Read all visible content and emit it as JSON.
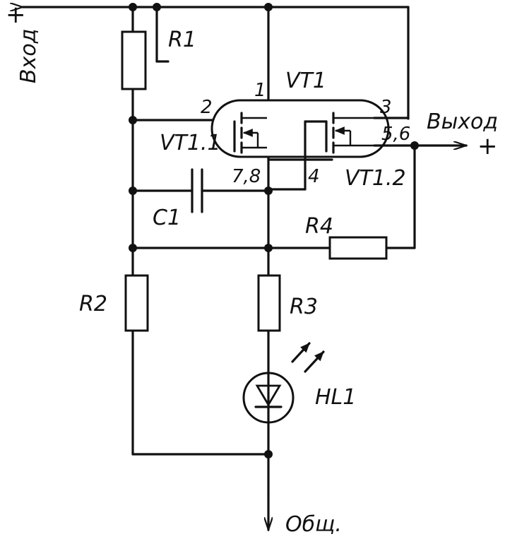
{
  "labels": {
    "input": "Вход",
    "output": "Выход",
    "common": "Общ.",
    "plus_input": "+",
    "plus_output": "+"
  },
  "components": {
    "r1": "R1",
    "r2": "R2",
    "r3": "R3",
    "r4": "R4",
    "c1": "C1",
    "vt1": "VT1",
    "vt1_1": "VT1.1",
    "vt1_2": "VT1.2",
    "hl1": "HL1"
  },
  "pins": {
    "p1": "1",
    "p2": "2",
    "p3": "3",
    "p4": "4",
    "p56": "5,6",
    "p78": "7,8"
  },
  "colors": {
    "ink": "#111111",
    "paper": "#ffffff"
  }
}
